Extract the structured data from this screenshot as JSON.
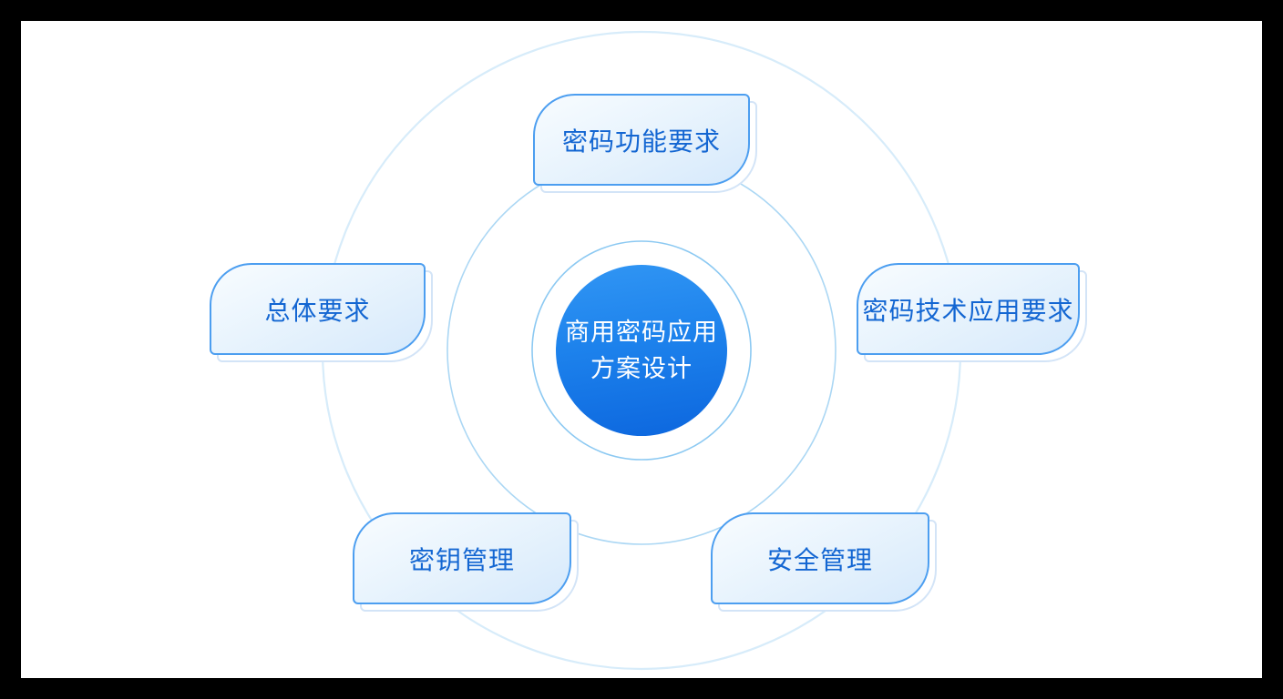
{
  "diagram": {
    "title": "commercial cryptography application scheme design wheel diagram",
    "center": {
      "label_line1": "商用密码应用",
      "label_line2": "方案设计",
      "gradient_top": "#3196f4",
      "gradient_bottom": "#0c66de",
      "text_color": "#ffffff"
    },
    "rings": {
      "outer": {
        "color": "#d7ecfa"
      },
      "middle": {
        "color": "#abd7f4"
      },
      "inner": {
        "color": "#8cc9f2"
      }
    },
    "nodes": [
      {
        "id": "crypto-function-requirements",
        "label": "密码功能要求"
      },
      {
        "id": "overall-requirements",
        "label": "总体要求"
      },
      {
        "id": "crypto-tech-application-requirements",
        "label": "密码技术应用要求"
      },
      {
        "id": "key-management",
        "label": "密钥管理"
      },
      {
        "id": "security-management",
        "label": "安全管理"
      }
    ],
    "colors": {
      "node_border": "#4c9ef0",
      "node_shadow_border": "#d3e4f7",
      "node_fill_light": "#f8fcff",
      "node_fill_dark": "#d6e9fb",
      "node_text": "#1366d2",
      "panel_background": "#ffffff",
      "frame_background": "#000000"
    }
  }
}
